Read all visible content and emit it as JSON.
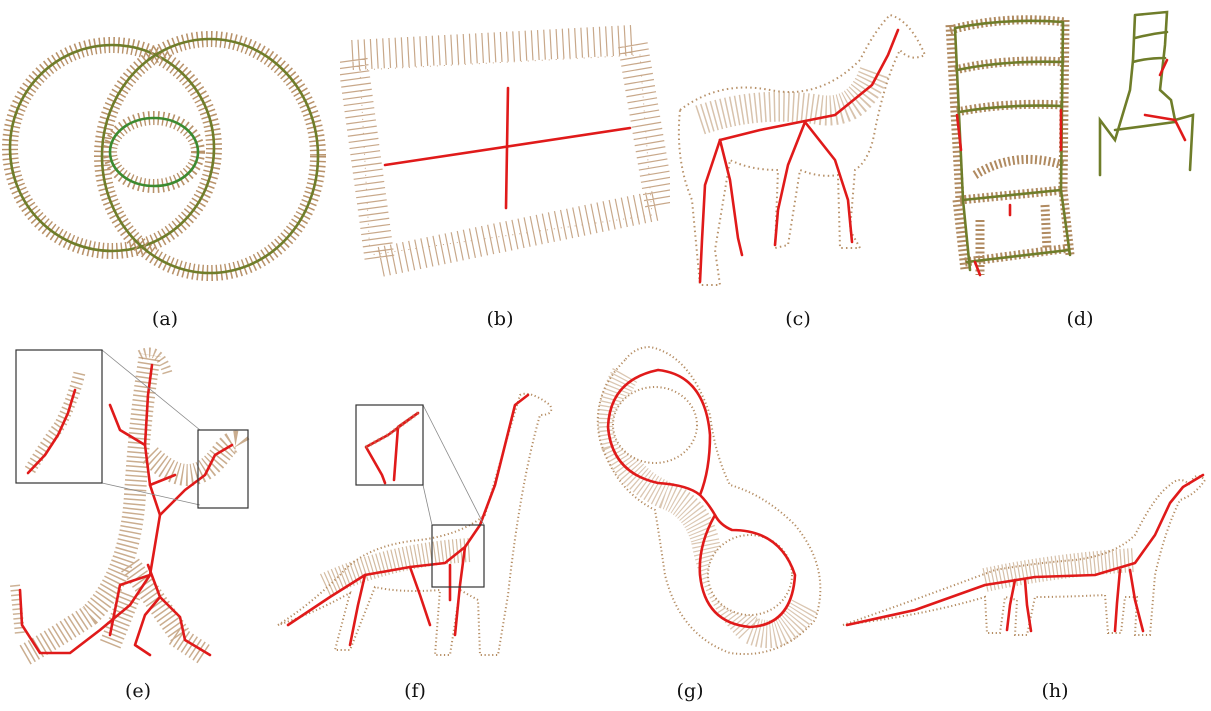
{
  "figure": {
    "captions": [
      "(a)",
      "(b)",
      "(c)",
      "(d)",
      "(e)",
      "(f)",
      "(g)",
      "(h)"
    ],
    "colors": {
      "point_cloud": "#b8926a",
      "skeleton": "#e01a1a",
      "skeleton_alt": "#6f7d2a"
    }
  }
}
